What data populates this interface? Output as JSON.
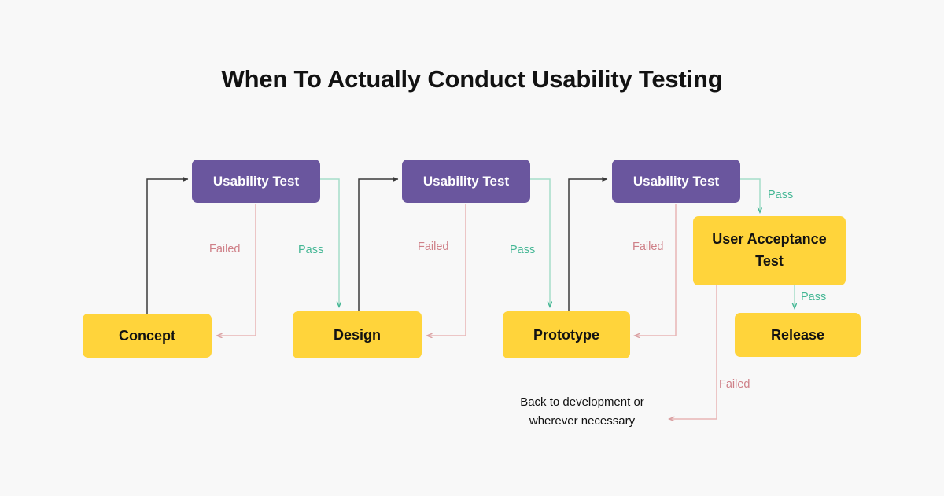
{
  "page": {
    "title": "When To Actually Conduct Usability Testing",
    "background_color": "#f8f8f8"
  },
  "colors": {
    "stage_box": "#ffd43b",
    "test_box": "#6a569e",
    "pass_green": "#45b795",
    "failed_rose": "#cf8088",
    "black_arrow": "#3a3a3a",
    "text_dark": "#121212",
    "text_light": "#ffffff"
  },
  "diagram": {
    "type": "flowchart",
    "nodes": [
      {
        "id": "concept",
        "label": "Concept",
        "kind": "stage"
      },
      {
        "id": "test1",
        "label": "Usability Test",
        "kind": "test"
      },
      {
        "id": "design",
        "label": "Design",
        "kind": "stage"
      },
      {
        "id": "test2",
        "label": "Usability Test",
        "kind": "test"
      },
      {
        "id": "prototype",
        "label": "Prototype",
        "kind": "stage"
      },
      {
        "id": "test3",
        "label": "Usability Test",
        "kind": "test"
      },
      {
        "id": "uat_line1",
        "label": "User Acceptance",
        "kind": "stage"
      },
      {
        "id": "uat_line2",
        "label": "Test",
        "kind": "stage"
      },
      {
        "id": "release",
        "label": "Release",
        "kind": "stage"
      }
    ],
    "edges": [
      {
        "id": "e1",
        "from": "concept",
        "to": "test1",
        "label": "",
        "style": "black"
      },
      {
        "id": "e2",
        "from": "test1",
        "to": "concept",
        "label": "Failed",
        "style": "failed"
      },
      {
        "id": "e3",
        "from": "test1",
        "to": "design",
        "label": "Pass",
        "style": "pass"
      },
      {
        "id": "e4",
        "from": "design",
        "to": "test2",
        "label": "",
        "style": "black"
      },
      {
        "id": "e5",
        "from": "test2",
        "to": "design",
        "label": "Failed",
        "style": "failed"
      },
      {
        "id": "e6",
        "from": "test2",
        "to": "prototype",
        "label": "Pass",
        "style": "pass"
      },
      {
        "id": "e7",
        "from": "prototype",
        "to": "test3",
        "label": "",
        "style": "black"
      },
      {
        "id": "e8",
        "from": "test3",
        "to": "prototype",
        "label": "Failed",
        "style": "failed"
      },
      {
        "id": "e9",
        "from": "test3",
        "to": "uat",
        "label": "Pass",
        "style": "pass"
      },
      {
        "id": "e10",
        "from": "uat",
        "to": "release",
        "label": "Pass",
        "style": "pass"
      },
      {
        "id": "e11",
        "from": "uat",
        "to": "note",
        "label": "Failed",
        "style": "failed"
      }
    ],
    "labels": {
      "failed_1": "Failed",
      "pass_1": "Pass",
      "failed_2": "Failed",
      "pass_2": "Pass",
      "failed_3": "Failed",
      "pass_3": "Pass",
      "pass_uat": "Pass",
      "failed_uat": "Failed"
    },
    "note": {
      "line1": "Back to development or",
      "line2": "wherever necessary"
    }
  }
}
